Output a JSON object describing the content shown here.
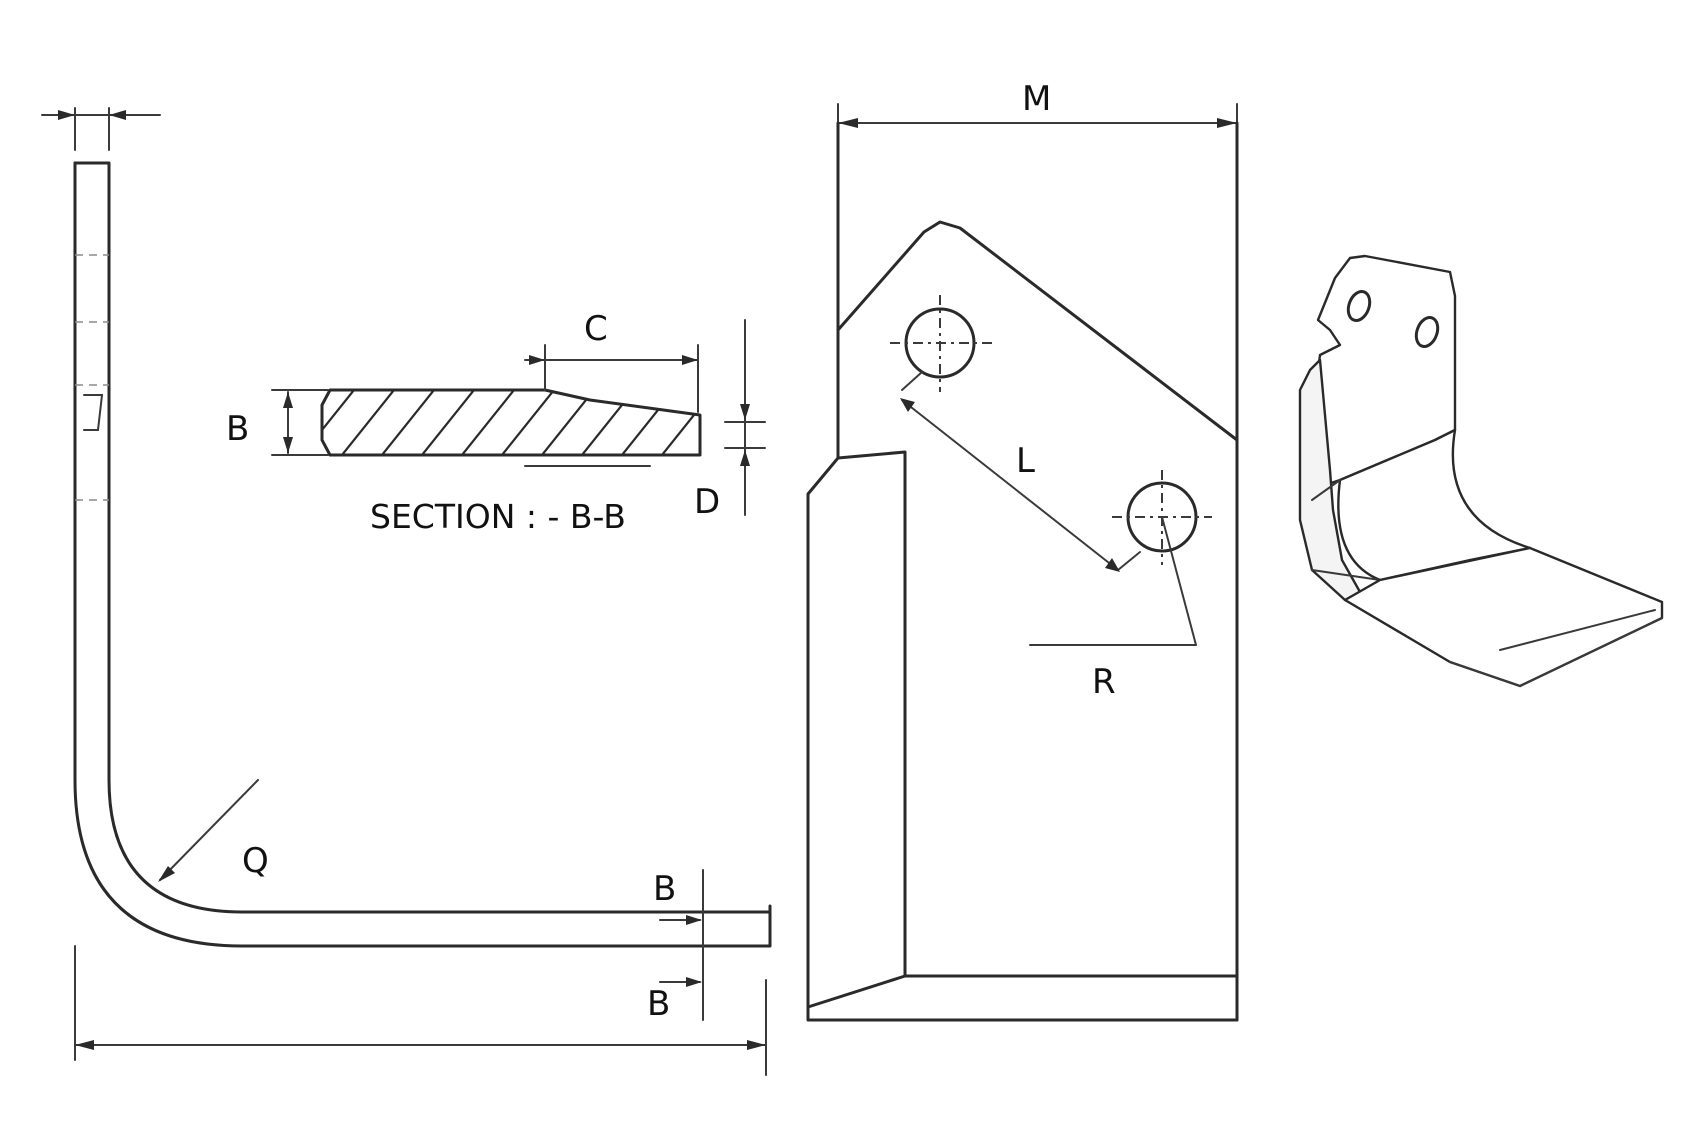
{
  "labels": {
    "m": "M",
    "c": "C",
    "b_section": "B",
    "d": "D",
    "section_title": "SECTION : - B-B",
    "l": "L",
    "r": "R",
    "q": "Q",
    "b_upper": "B",
    "b_lower": "B"
  }
}
